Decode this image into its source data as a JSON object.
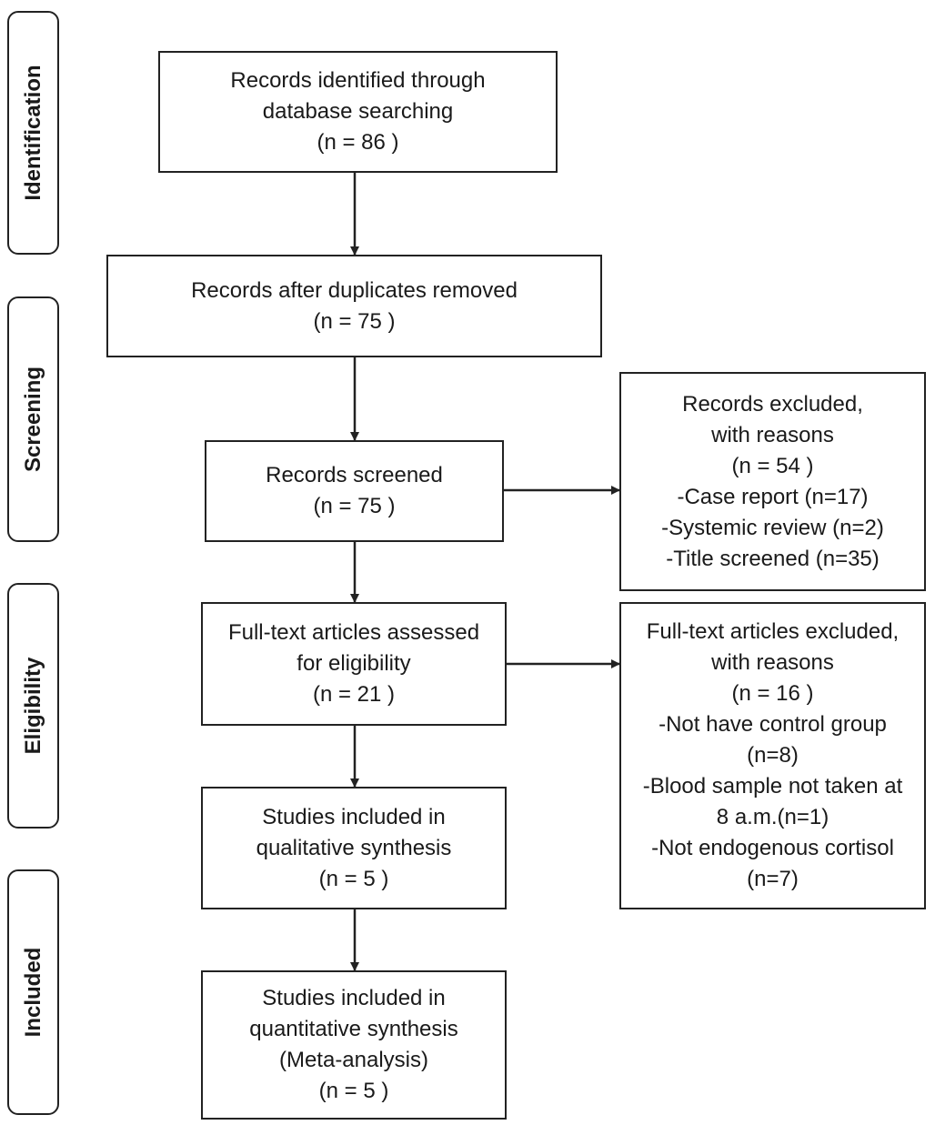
{
  "stages": [
    {
      "id": "identification",
      "label": "Identification"
    },
    {
      "id": "screening",
      "label": "Screening"
    },
    {
      "id": "eligibility",
      "label": "Eligibility"
    },
    {
      "id": "included",
      "label": "Included"
    }
  ],
  "boxes": {
    "identified": {
      "lines": [
        "Records identified through",
        "database searching",
        "(n = 86 )"
      ]
    },
    "deduplicated": {
      "lines": [
        "Records after duplicates removed",
        "(n = 75 )"
      ]
    },
    "screened": {
      "lines": [
        "Records screened",
        "(n = 75 )"
      ]
    },
    "screen_excluded": {
      "lines": [
        "Records excluded,",
        "with reasons",
        "(n =  54 )",
        "-Case report (n=17)",
        "-Systemic review (n=2)",
        "-Title screened (n=35)"
      ]
    },
    "fulltext": {
      "lines": [
        "Full-text articles assessed",
        "for eligibility",
        "(n = 21 )"
      ]
    },
    "fulltext_excluded": {
      "lines": [
        "Full-text articles excluded,",
        "with reasons",
        "(n =  16 )",
        "-Not have control group",
        "(n=8)",
        "-Blood sample not taken at",
        "8 a.m.(n=1)",
        "-Not endogenous cortisol",
        "(n=7)"
      ]
    },
    "qualitative": {
      "lines": [
        "Studies included in",
        "qualitative synthesis",
        "(n =  5 )"
      ]
    },
    "quantitative": {
      "lines": [
        "Studies included in",
        "quantitative synthesis",
        "(Meta-analysis)",
        "(n = 5 )"
      ]
    }
  }
}
